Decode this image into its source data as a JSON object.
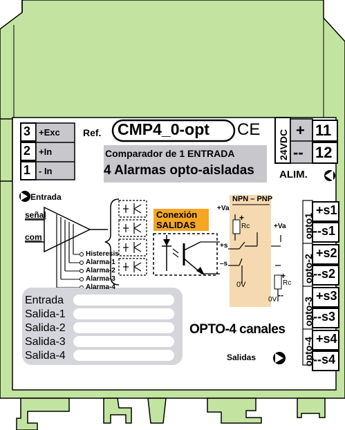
{
  "colors": {
    "housing": "#c2e4a0",
    "panel": "#ffffff",
    "gray_badge": "#c7c7cc",
    "highlight_orange": "#f5a623",
    "npn_band": "#f5d9b0",
    "led_panel": "#d5d5dc",
    "outline": "#000000"
  },
  "input_terminals": [
    {
      "num": "3",
      "label": "+Exc"
    },
    {
      "num": "2",
      "label": "+In"
    },
    {
      "num": "1",
      "label": "- In"
    }
  ],
  "reference": {
    "prefix": "Ref.",
    "model": "CMP4_0-opt",
    "ce_mark": "CE"
  },
  "description": {
    "line1": "Comparador de 1 ENTRADA",
    "line2": "4 Alarmas opto-aisladas"
  },
  "power": {
    "voltage_label": "24VDC",
    "terminals": [
      {
        "sign": "+",
        "num": "11"
      },
      {
        "sign": "--",
        "num": "12"
      }
    ],
    "alim_label": "ALIM."
  },
  "input_block": {
    "entrada_label": "Entrada",
    "senal_label": "señal",
    "com_label": "com",
    "comparator_outputs": [
      "Histeresis",
      "Alarma-1",
      "Alarma-2",
      "Alarma-3",
      "Alarma-4"
    ]
  },
  "connection": {
    "title_line1": "Conexión",
    "title_line2": "SALIDAS",
    "npn_pnp": "NPN – PNP",
    "plus_va_1": "+Va",
    "plus_va_2": "+Va",
    "rc_1": "Rc",
    "rc_2": "Rc",
    "plus_s": "+s",
    "minus_s": "–s",
    "zero_v_1": "0V",
    "zero_v_2": "0V",
    "plus_sign": "+",
    "minus_sign": "--"
  },
  "leds": [
    "Entrada",
    "Salida-1",
    "Salida-2",
    "Salida-3",
    "Salida-4"
  ],
  "footer": {
    "title": "OPTO-4 canales",
    "salidas_label": "Salidas"
  },
  "output_groups": [
    {
      "group": "opto1",
      "terminals": [
        "+s1",
        "--s1"
      ]
    },
    {
      "group": "opto-2",
      "terminals": [
        "+s2",
        "--s2"
      ]
    },
    {
      "group": "opto-3",
      "terminals": [
        "+s3",
        "--s3"
      ]
    },
    {
      "group": "opto-4",
      "terminals": [
        "+s4",
        "--s4"
      ]
    }
  ]
}
